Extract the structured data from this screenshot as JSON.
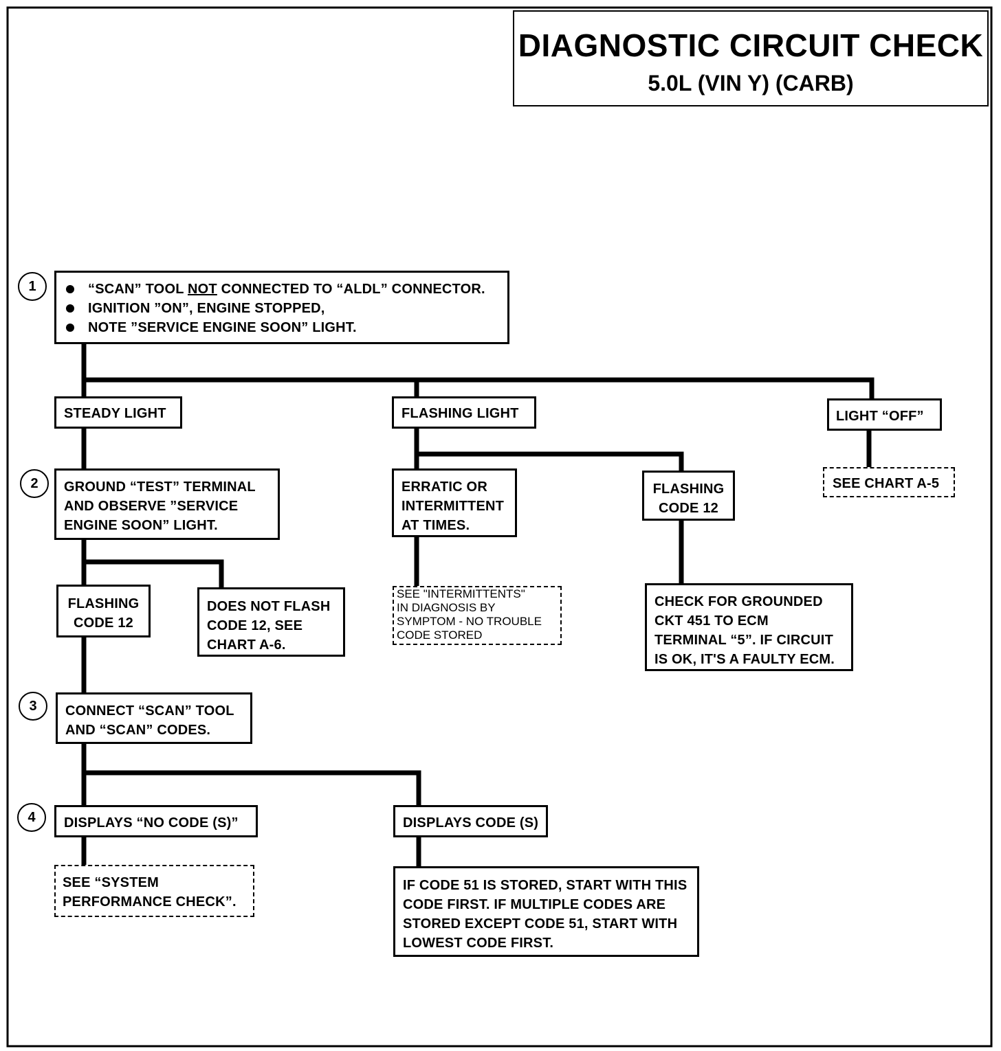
{
  "header": {
    "title": "DIAGNOSTIC CIRCUIT CHECK",
    "subtitle": "5.0L  (VIN Y)  (CARB)"
  },
  "steps": [
    "1",
    "2",
    "3",
    "4"
  ],
  "nodes": {
    "step1": {
      "lines": [
        "“SCAN” TOOL NOT CONNECTED TO “ALDL” CONNECTOR.",
        "IGNITION ”ON”, ENGINE STOPPED,",
        "NOTE ”SERVICE ENGINE SOON” LIGHT."
      ],
      "line1_pre": "“SCAN” TOOL ",
      "line1_em": "NOT",
      "line1_post": " CONNECTED TO “ALDL” CONNECTOR."
    },
    "steady_light": "STEADY LIGHT",
    "flashing_light": "FLASHING LIGHT",
    "light_off": "LIGHT “OFF”",
    "see_chart_a5": "SEE CHART A-5",
    "ground_test": [
      "GROUND “TEST” TERMINAL",
      "AND OBSERVE ”SERVICE",
      "ENGINE SOON” LIGHT."
    ],
    "erratic": [
      "ERRATIC OR",
      "INTERMITTENT",
      "AT TIMES."
    ],
    "flashing_code12_right": [
      "FLASHING",
      "CODE 12"
    ],
    "flashing_code12_left": [
      "FLASHING",
      "CODE 12"
    ],
    "does_not_flash": [
      "DOES NOT FLASH",
      "CODE 12,  SEE",
      "CHART A-6."
    ],
    "see_intermittents": [
      "SEE \"INTERMITTENTS\"",
      "IN DIAGNOSIS BY",
      "SYMPTOM - NO TROUBLE",
      "CODE STORED"
    ],
    "check_grounded": [
      "CHECK FOR GROUNDED",
      "CKT  451 TO ECM",
      "TERMINAL “5”.  IF CIRCUIT",
      "IS OK, IT'S A  FAULTY ECM."
    ],
    "connect_scan": [
      "CONNECT “SCAN” TOOL",
      "AND “SCAN” CODES."
    ],
    "displays_no_codes": "DISPLAYS  “NO CODE (S)”",
    "displays_codes": "DISPLAYS CODE (S)",
    "see_system_perf": [
      "SEE “SYSTEM",
      "PERFORMANCE CHECK”."
    ],
    "code51": [
      "IF CODE 51 IS STORED, START WITH THIS",
      "CODE FIRST.  IF MULTIPLE CODES ARE",
      "STORED EXCEPT CODE 51, START WITH",
      "LOWEST CODE FIRST."
    ]
  }
}
